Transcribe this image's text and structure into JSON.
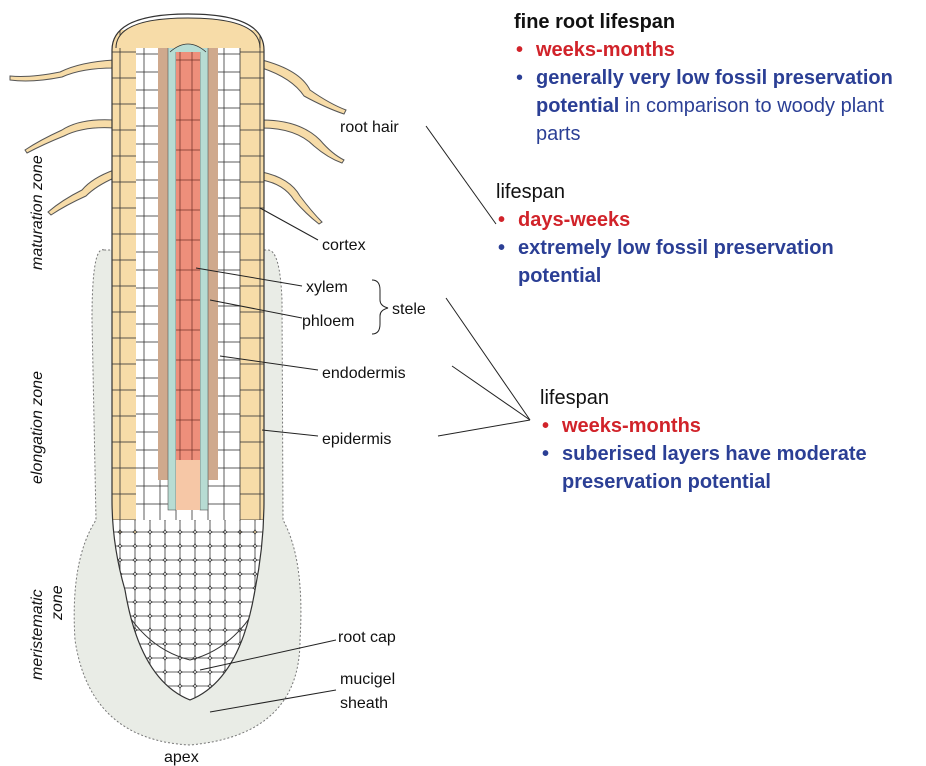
{
  "zones": {
    "maturation": "maturation zone",
    "elongation": "elongation zone",
    "meristematic_1": "meristematic",
    "meristematic_2": "zone"
  },
  "labels": {
    "root_hair": "root hair",
    "cortex": "cortex",
    "xylem": "xylem",
    "phloem": "phloem",
    "stele": "stele",
    "endodermis": "endodermis",
    "epidermis": "epidermis",
    "root_cap": "root cap",
    "mucigel_1": "mucigel",
    "mucigel_2": "sheath",
    "apex": "apex"
  },
  "panel_fine_root": {
    "heading": "fine root lifespan",
    "bullet_red": "weeks-months",
    "bullet_blue_bold": "generally very low fossil preservation potential",
    "bullet_blue_rest": " in comparison to woody plant parts"
  },
  "panel_root_hair": {
    "heading": "lifespan",
    "bullet_red": "days-weeks",
    "bullet_blue": "extremely low fossil preservation potential"
  },
  "panel_tissues": {
    "heading": "lifespan",
    "bullet_red": "weeks-months",
    "bullet_blue": "suberised layers have moderate preservation potential"
  },
  "colors": {
    "epidermis_fill": "#f7dca8",
    "cortex_fill": "#ffffff",
    "endodermis_fill": "#cfa98d",
    "pericycle_fill": "#b7dcd3",
    "stele_fill": "#ee8f7b",
    "mucigel_fill": "#e9ece6",
    "highlight_red": "#d1232a",
    "highlight_blue": "#2b3f95"
  }
}
